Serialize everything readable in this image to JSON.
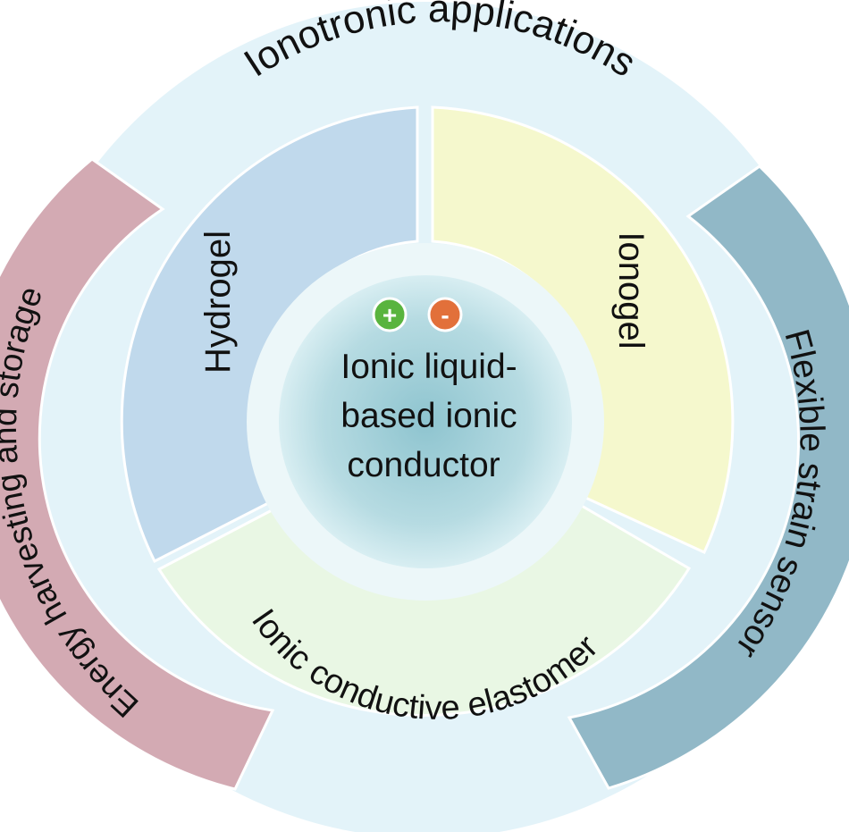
{
  "outer_ring": {
    "label": "Ionotronic applications"
  },
  "sectors": {
    "hydrogel": "Hydrogel",
    "ionogel": "Ionogel",
    "elastomer": "Ionic conductive elastomer"
  },
  "side_bands": {
    "left": "Energy harvesting and storage",
    "right": "Flexible strain sensor"
  },
  "center": {
    "lines": [
      "Ionic liquid-",
      "based ionic",
      "conductor"
    ],
    "plus_symbol": "+",
    "minus_symbol": "-"
  },
  "colors": {
    "outer_ring": "#e3f3f9",
    "hydrogel": "#c0d9ec",
    "ionogel": "#f5f8cd",
    "elastomer": "#e9f7e4",
    "left_band": "#d3aab3",
    "right_band": "#91b8c7",
    "center_core": "#aad0d8",
    "plus_badge": "#59b43e",
    "minus_badge": "#e2703a"
  }
}
